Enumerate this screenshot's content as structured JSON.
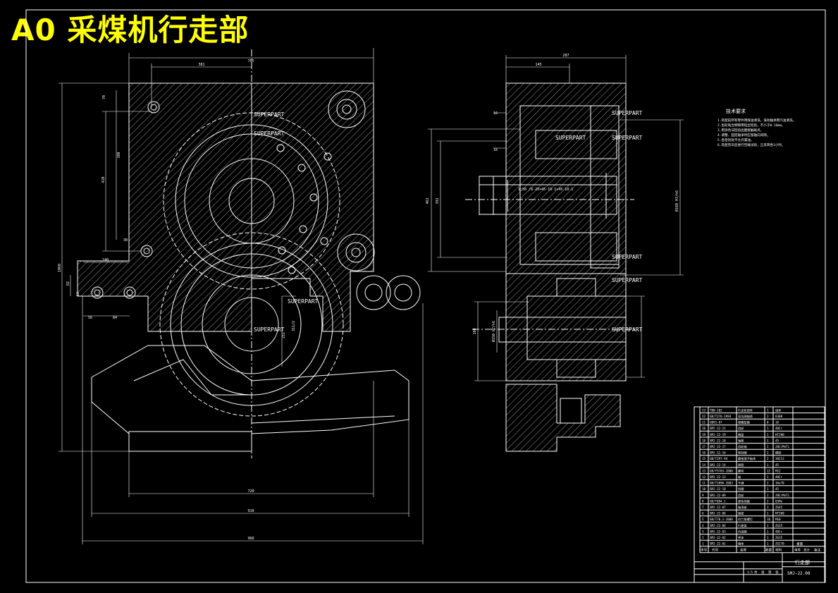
{
  "drawing": {
    "title": "A0  采煤机行走部",
    "colors": {
      "background": "#000000",
      "line": "#ffffff",
      "title": "#ffff00"
    },
    "left_view": {
      "dimensions": {
        "top_overall": "705",
        "top_inner": "381",
        "bottom_inner": "720",
        "bottom_mid": "910",
        "bottom_overall": "960",
        "left_overall": "1060",
        "left_upper": "410",
        "left_mid": "380",
        "left_top": "70",
        "left_small": "30",
        "left_140": "140",
        "left_82": "82",
        "left_12": "12",
        "foot_left": "56",
        "foot_right": "84",
        "bore_dim": "311/2",
        "bore_dim_b": "211"
      },
      "labels": [
        "SUPERPART",
        "SUPERPART",
        "SUPERPART",
        "SUPERPART"
      ]
    },
    "right_view": {
      "dimensions": {
        "top_overall": "287",
        "top_inner": "145",
        "left_16a": "16",
        "left_16b": "16",
        "left_overall": "462",
        "left_inner": "392",
        "right_dim": "Ø160 H7/k6",
        "lower_dim": "180",
        "lower_dim_b": "Ø150 H7/k6"
      },
      "labels": [
        "SUPERPART",
        "SUPERPART",
        "SUPERPART",
        "SUPERPART",
        "SUPERPART",
        "SUPERPART"
      ],
      "shaft_text": "1:50 /8-20×45·10·1×45·10·1"
    },
    "tech_notes": {
      "heading": "技术要求",
      "lines": [
        "1.装配前所有零件用煤油清洗，滚动轴承用汽油清洗。",
        "2.齿轮啮合侧隙用铅丝检验，不小于0.16mm。",
        "3.用涂色法检验齿面接触斑点。",
        "4.调整、固定轴承时应留轴向间隙。",
        "5.各密封处不允许漏油。",
        "6.装配完毕后进行空载试验，正反转各1小时。"
      ]
    },
    "parts_list": {
      "rows": [
        [
          "23",
          "TB0-102",
          "行走轮部件",
          "1",
          "组件"
        ],
        [
          "22",
          "GB/T276-1994",
          "深沟球轴承",
          "2",
          "6308"
        ],
        [
          "21",
          "GB93-87",
          "弹簧垫圈",
          "8",
          "16"
        ],
        [
          "20",
          "SMJ-22-21",
          "齿轮",
          "1",
          "40Cr"
        ],
        [
          "19",
          "SMJ-22-19",
          "端盖",
          "1",
          "HT200"
        ],
        [
          "18",
          "SMJ-22-18",
          "轴套",
          "1",
          "45"
        ],
        [
          "17",
          "SMJ-22-17",
          "齿轮轴",
          "1",
          "20CrMnTi"
        ],
        [
          "16",
          "SMJ-22-16",
          "密封圈",
          "2",
          "橡胶"
        ],
        [
          "15",
          "GB/T297-94",
          "圆锥滚子轴承",
          "2",
          "30212"
        ],
        [
          "14",
          "SMJ-22-14",
          "隔套",
          "1",
          "45"
        ],
        [
          "13",
          "GB/T5783-2000",
          "螺栓",
          "12",
          "M12"
        ],
        [
          "12",
          "SMJ-22-12",
          "轴",
          "1",
          "40Cr"
        ],
        [
          "11",
          "GB/T1096-2003",
          "平键",
          "2",
          "16x70"
        ],
        [
          "10",
          "SMJ-22-10",
          "挡圈",
          "1",
          "45"
        ],
        [
          "9",
          "SMJ-22-09",
          "齿轮",
          "1",
          "20CrMnTi"
        ],
        [
          "8",
          "GB/T894.1",
          "弹性挡圈",
          "2",
          "65Mn"
        ],
        [
          "7",
          "SMJ-22-07",
          "轴承座",
          "1",
          "ZG45"
        ],
        [
          "6",
          "SMJ-22-06",
          "端盖",
          "1",
          "HT200"
        ],
        [
          "5",
          "GB/T70.1-2000",
          "内六角螺钉",
          "16",
          "M10"
        ],
        [
          "4",
          "SMJ-22-04",
          "行星架",
          "1",
          "ZG35"
        ],
        [
          "3",
          "SMJ-22-03",
          "内齿圈",
          "1",
          "40Cr"
        ],
        [
          "2",
          "SMJ-22-02",
          "壳体",
          "1",
          "ZG35"
        ],
        [
          "1",
          "SMJ-22-01",
          "箱体",
          "1",
          "ZG270"
        ]
      ],
      "header": [
        "序号",
        "代号",
        "名称",
        "数量",
        "材料",
        "单件",
        "总计",
        "备注"
      ],
      "header_extra": "重量",
      "drawing_name": "行走部",
      "drawing_number": "SMJ-22.00",
      "scale_row": [
        "1:5",
        "共",
        "张",
        "第",
        "张"
      ]
    }
  }
}
